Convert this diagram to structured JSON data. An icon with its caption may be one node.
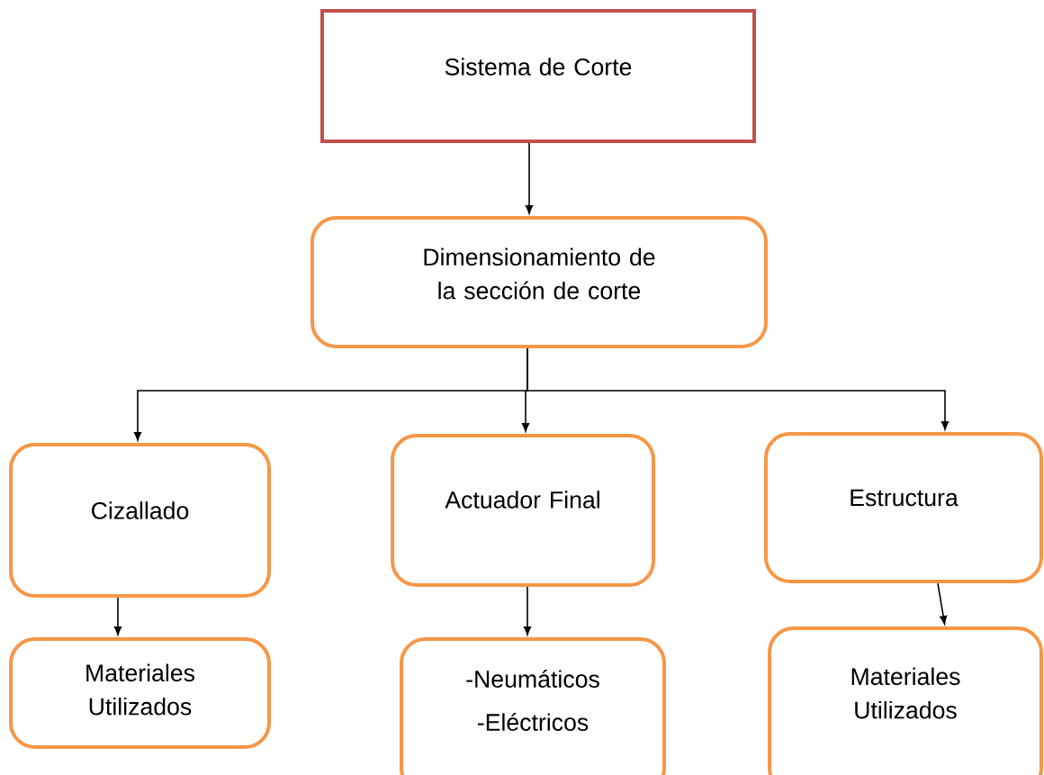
{
  "diagram": {
    "nodes": [
      {
        "text": [
          "Sistema de Corte"
        ]
      },
      {
        "text": [
          "Dimensionamiento de la sección de corte"
        ]
      },
      {
        "text": [
          "Cizallado"
        ]
      },
      {
        "text": [
          "Actuador Final"
        ]
      },
      {
        "text": [
          "Estructura"
        ]
      },
      {
        "text": [
          "Materiales Utilizados"
        ]
      },
      {
        "text": [
          "-Neumáticos",
          "-Eléctricos"
        ]
      },
      {
        "text": [
          "Materiales Utilizados"
        ]
      }
    ],
    "edges": [
      {
        "from": 0,
        "to": 1,
        "arrow": "to"
      },
      {
        "from": 1,
        "to": 2,
        "arrow": "to"
      },
      {
        "from": 1,
        "to": 3,
        "arrow": "to"
      },
      {
        "from": 1,
        "to": 4,
        "arrow": "to"
      },
      {
        "from": 2,
        "to": 5,
        "arrow": "to"
      },
      {
        "from": 3,
        "to": 6,
        "arrow": "to"
      },
      {
        "from": 4,
        "to": 7,
        "arrow": "to"
      }
    ]
  }
}
